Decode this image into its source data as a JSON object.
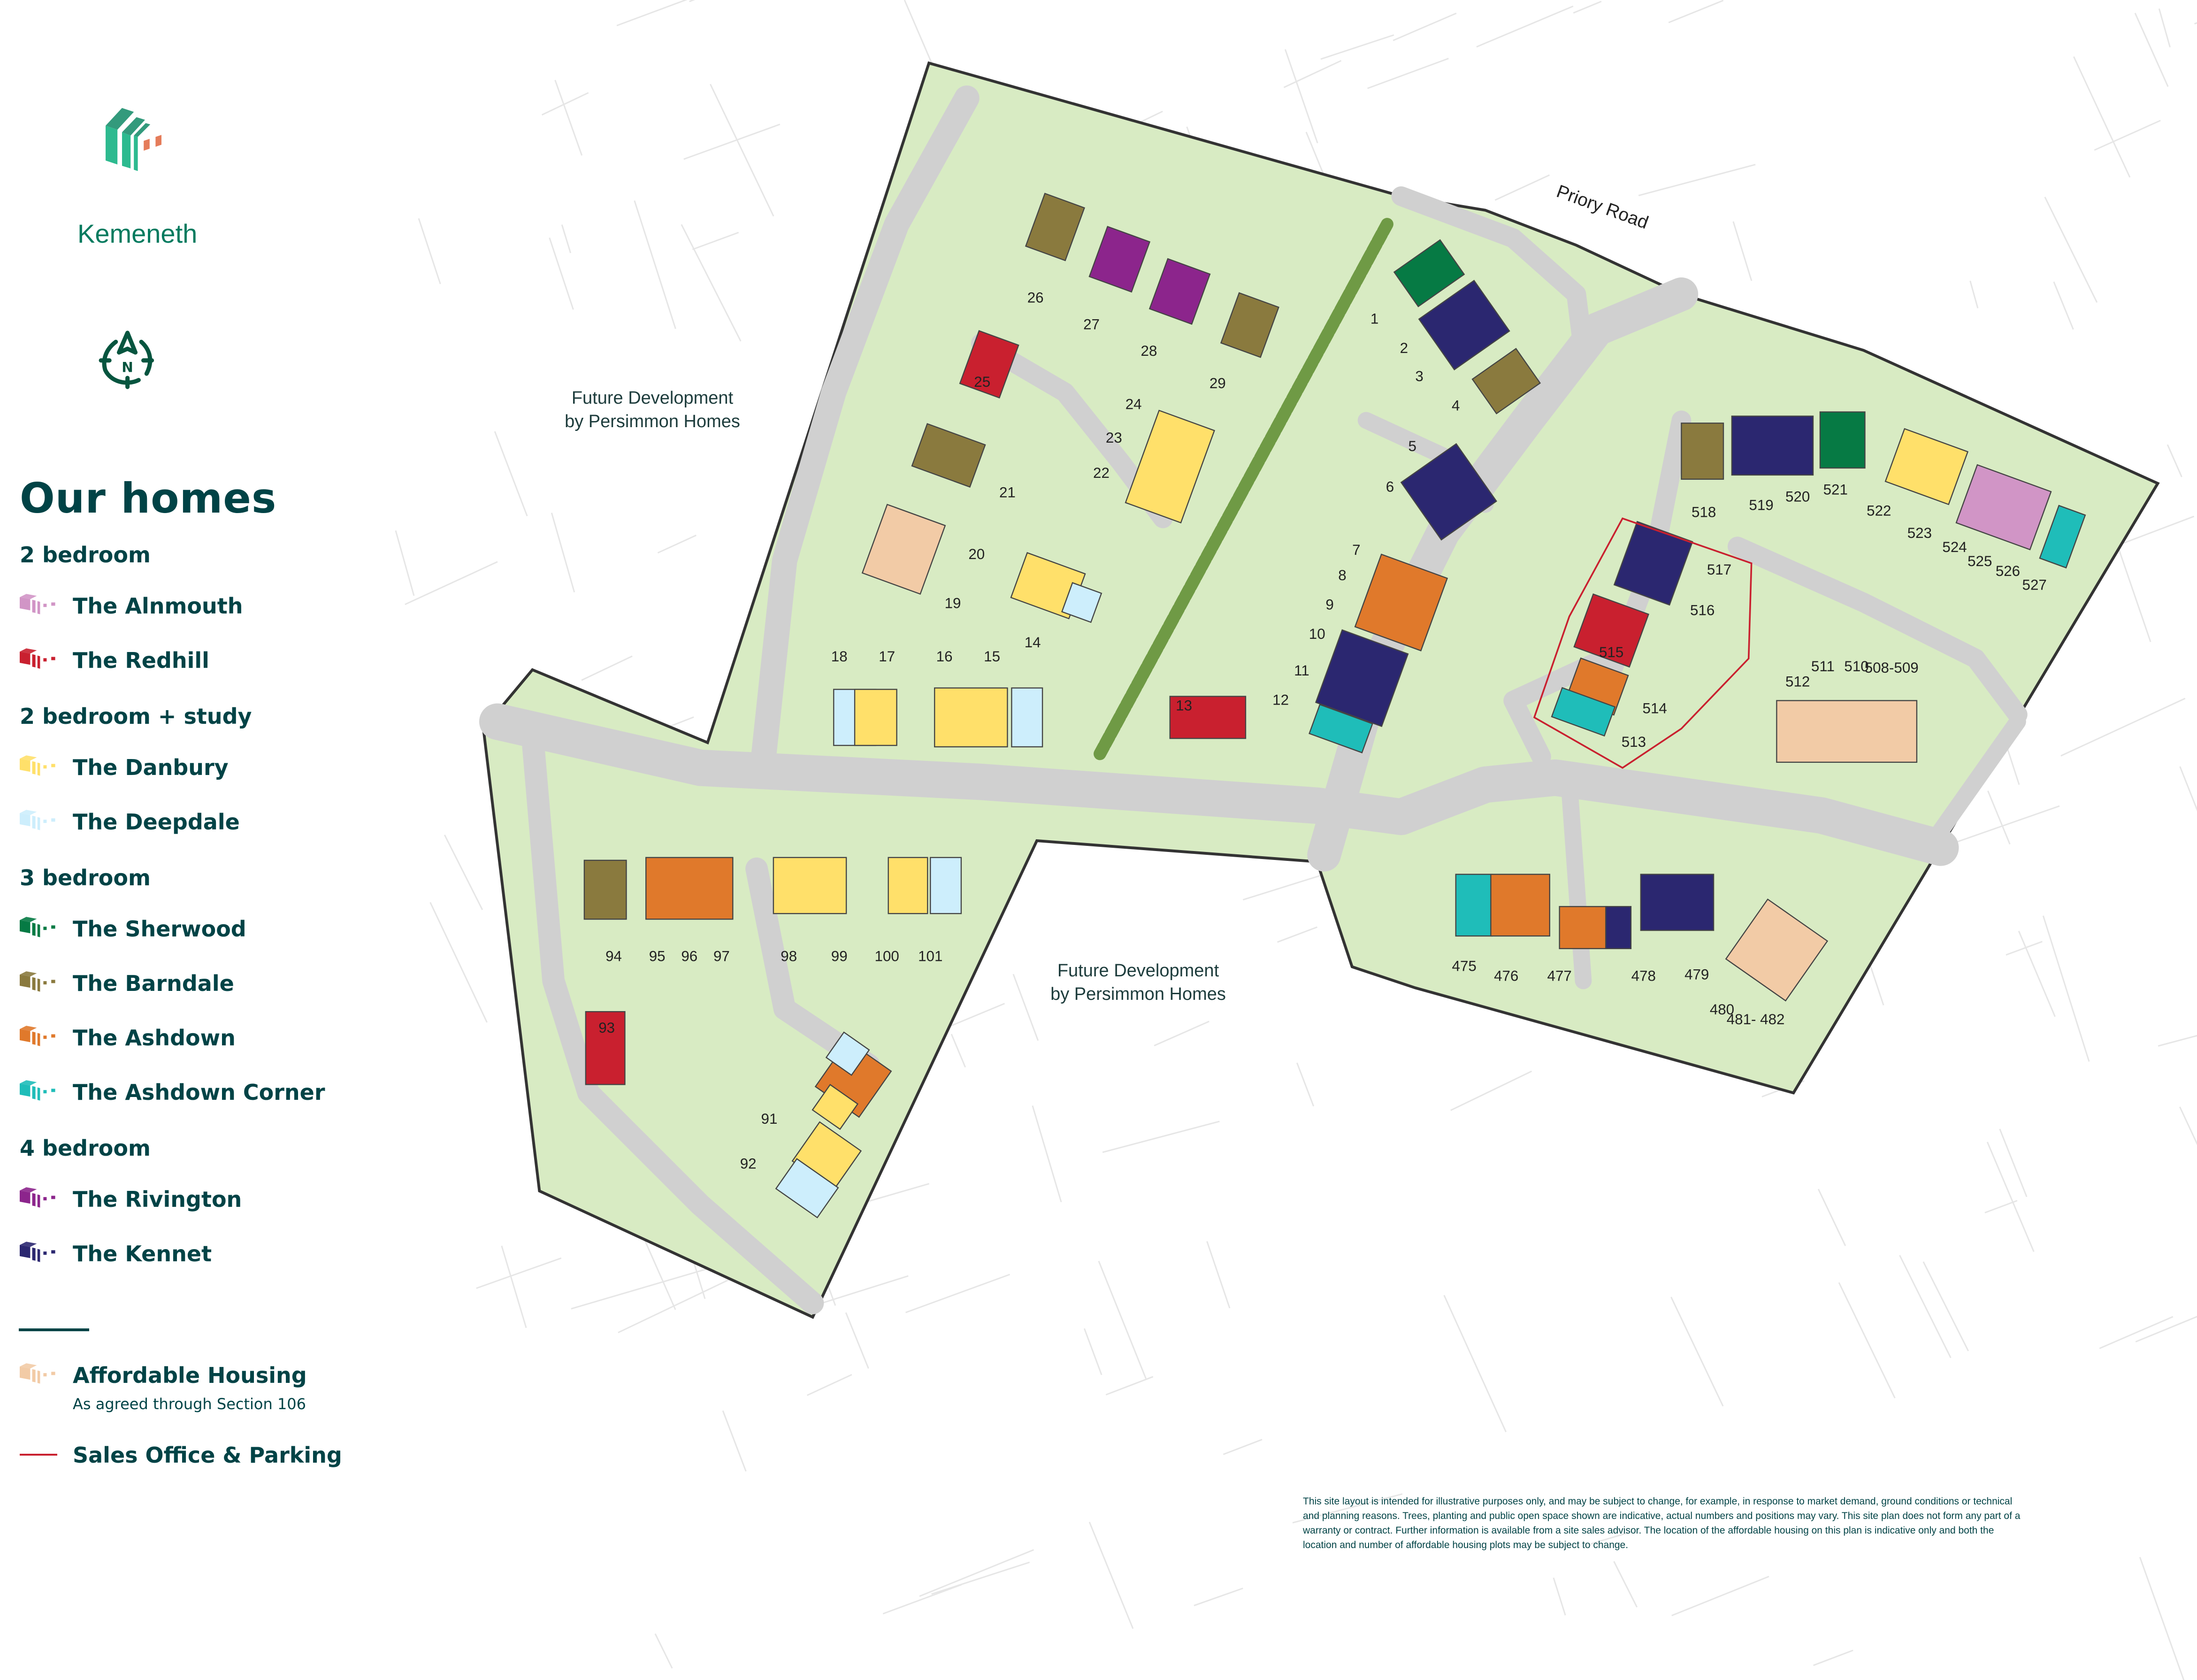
{
  "brand": {
    "name": "Kemeneth",
    "logo_colors": [
      "#2dba8f",
      "#339a7c",
      "#e57c5a"
    ]
  },
  "compass": {
    "icon": "north-compass-icon",
    "label": "N",
    "color": "#06553f"
  },
  "legend": {
    "title": "Our homes",
    "groups": [
      {
        "heading": "2 bedroom",
        "items": [
          {
            "name": "The Alnmouth",
            "color": "#d195c6"
          },
          {
            "name": "The Redhill",
            "color": "#c9202f"
          }
        ]
      },
      {
        "heading": "2 bedroom + study",
        "items": [
          {
            "name": "The Danbury",
            "color": "#ffe06a"
          },
          {
            "name": "The Deepdale",
            "color": "#cdeefc"
          }
        ]
      },
      {
        "heading": "3 bedroom",
        "items": [
          {
            "name": "The Sherwood",
            "color": "#067a44"
          },
          {
            "name": "The Barndale",
            "color": "#8a7a3e"
          },
          {
            "name": "The Ashdown",
            "color": "#e0792b"
          },
          {
            "name": "The Ashdown Corner",
            "color": "#1fbdb9"
          }
        ]
      },
      {
        "heading": "4 bedroom",
        "items": [
          {
            "name": "The Rivington",
            "color": "#8c258c"
          },
          {
            "name": "The Kennet",
            "color": "#2b2770"
          }
        ]
      }
    ],
    "affordable": {
      "name": "Affordable Housing",
      "note": "As agreed through Section 106",
      "color": "#f2cba6"
    },
    "sales_office": {
      "name": "Sales Office & Parking",
      "color": "#c9202f"
    }
  },
  "map": {
    "road_label": "Priory Road",
    "future_dev_1": [
      "Future Development",
      "by Persimmon Homes"
    ],
    "future_dev_2": [
      "Future Development",
      "by Persimmon Homes"
    ],
    "plots": [
      "26",
      "27",
      "28",
      "29",
      "25",
      "24",
      "23",
      "22",
      "21",
      "20",
      "19",
      "18",
      "17",
      "16",
      "15",
      "14",
      "1",
      "2",
      "3",
      "4",
      "5",
      "6",
      "7",
      "8",
      "9",
      "10",
      "11",
      "12",
      "13",
      "518",
      "519",
      "520",
      "521",
      "522",
      "523",
      "524",
      "525",
      "526",
      "527",
      "517",
      "516",
      "515",
      "514",
      "513",
      "512",
      "511",
      "510",
      "508-509",
      "475",
      "476",
      "477",
      "478",
      "479",
      "480",
      "481-\n482",
      "94",
      "95",
      "96",
      "97",
      "98",
      "99",
      "100",
      "101",
      "93",
      "91",
      "92"
    ],
    "colors": {
      "green": "#d8ebc3",
      "road": "#d4d4d4",
      "edge": "#333333",
      "trees": "#6f9a45"
    }
  },
  "disclaimer": "This site layout is intended for illustrative purposes only, and may be subject to change, for example, in response to market demand, ground conditions or technical and planning reasons. Trees, planting and public open space shown are indicative, actual numbers and positions may vary. This site plan does not form any part of a warranty or contract. Further information is available from a site sales advisor. The location of the affordable housing on this plan is indicative only and both the location and number of affordable housing plots may be subject to change."
}
